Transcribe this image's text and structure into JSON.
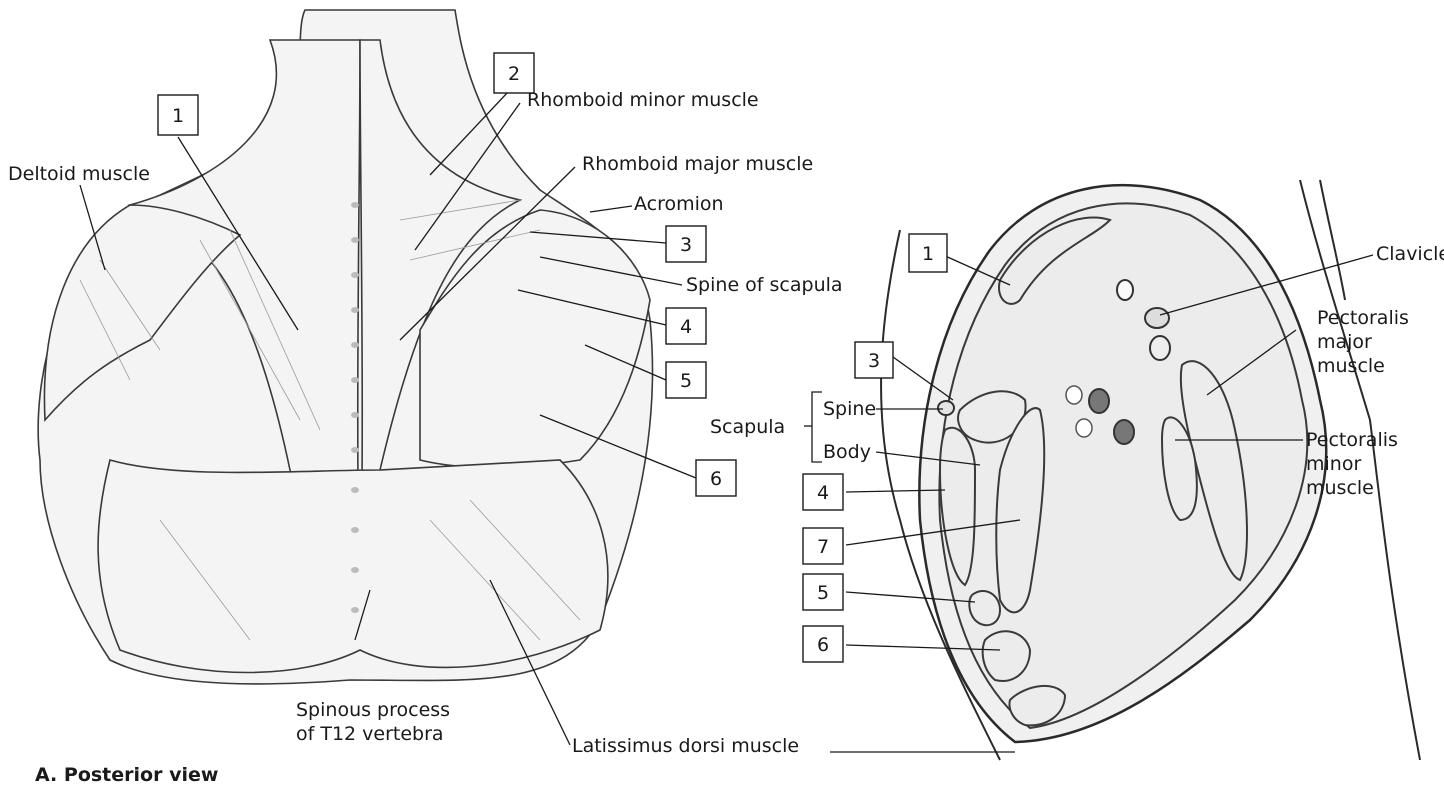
{
  "posterior_view": {
    "caption": "A. Posterior view",
    "labels": {
      "deltoid": "Deltoid muscle",
      "rhomboid_minor": "Rhomboid minor muscle",
      "rhomboid_major": "Rhomboid major muscle",
      "acromion": "Acromion",
      "spine_of_scapula": "Spine of scapula",
      "spinous_process_line1": "Spinous process",
      "spinous_process_line2": "of T12 vertebra",
      "latissimus": "Latissimus dorsi muscle"
    },
    "number_boxes": [
      "1",
      "2",
      "3",
      "4",
      "5",
      "6"
    ]
  },
  "cross_section": {
    "labels": {
      "clavicle": "Clavicle",
      "pectoralis_major_line1": "Pectoralis",
      "pectoralis_major_line2": "major",
      "pectoralis_major_line3": "muscle",
      "pectoralis_minor_line1": "Pectoralis",
      "pectoralis_minor_line2": "minor",
      "pectoralis_minor_line3": "muscle",
      "scapula": "Scapula",
      "spine": "Spine",
      "body": "Body"
    },
    "number_boxes": [
      "1",
      "3",
      "4",
      "7",
      "5",
      "6"
    ]
  }
}
